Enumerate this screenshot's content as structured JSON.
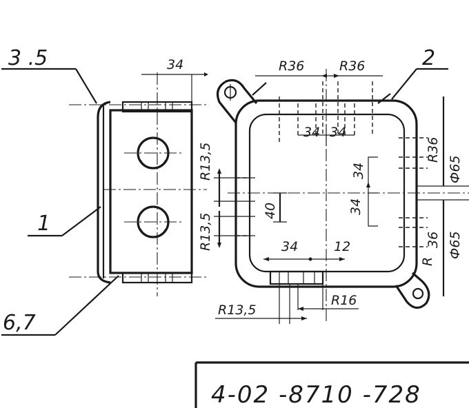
{
  "callouts": {
    "part_1": "1",
    "part_2": "2",
    "part_3_5": "3  .5",
    "part_6_7": "6,7"
  },
  "dimensions": {
    "width_34_side": "34",
    "r36_left": "R36",
    "r36_right": "R36",
    "spacing_34_a": "34",
    "spacing_34_b": "34",
    "r13_5_upper": "R13,5",
    "r13_5_lower": "R13,5",
    "r13_5_bottom": "R13,5",
    "gap_40": "40",
    "side_34_upper": "34",
    "side_34_lower": "34",
    "bottom_34": "34",
    "bottom_12": "12",
    "r16": "R16",
    "r36_side": "R36",
    "side_36": "36",
    "dia_65_upper": "Ф65",
    "dia_65_lower": "Ф65",
    "r_small": "R"
  },
  "stamp": {
    "code": "4-02 -8710 -728"
  }
}
